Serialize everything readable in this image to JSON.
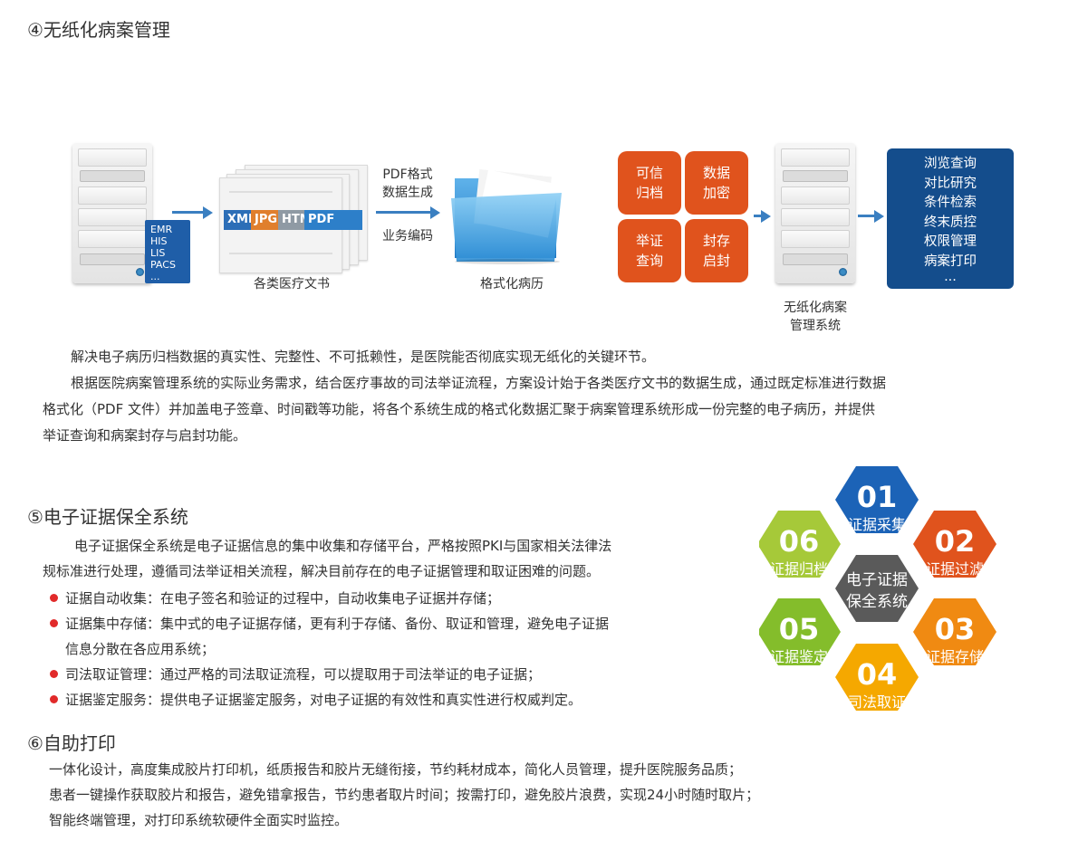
{
  "section4": {
    "title": "④无纸化病案管理",
    "diagram": {
      "tags": [
        "EMR",
        "HIS",
        "LIS",
        "PACS",
        "..."
      ],
      "format_tabs": [
        {
          "label": "XML",
          "color": "#2c6eb7"
        },
        {
          "label": "JPG",
          "color": "#e07f2d"
        },
        {
          "label": "HTML",
          "color": "#8f9aa4"
        },
        {
          "label": "PDF",
          "color": "#2d7fc9"
        }
      ],
      "docs_label": "各类医疗文书",
      "arrow_top_line1": "PDF格式",
      "arrow_top_line2": "数据生成",
      "arrow_bottom": "业务编码",
      "folder_label": "格式化病历",
      "tiles": [
        {
          "line1": "可信",
          "line2": "归档"
        },
        {
          "line1": "数据",
          "line2": "加密"
        },
        {
          "line1": "举证",
          "line2": "查询"
        },
        {
          "line1": "封存",
          "line2": "启封"
        }
      ],
      "system_label_line1": "无纸化病案",
      "system_label_line2": "管理系统",
      "features": [
        "浏览查询",
        "对比研究",
        "条件检索",
        "终末质控",
        "权限管理",
        "病案打印",
        "..."
      ],
      "colors": {
        "arrow": "#3a7fc1",
        "tile": "#e0531d",
        "panel": "#144d8c"
      }
    },
    "paragraph1": "解决电子病历归档数据的真实性、完整性、不可抵赖性，是医院能否彻底实现无纸化的关键环节。",
    "paragraph2_line1": "根据医院病案管理系统的实际业务需求，结合医疗事故的司法举证流程，方案设计始于各类医疗文书的数据生成，通过既定标准进行数据",
    "paragraph2_line2": "格式化（PDF 文件）并加盖电子签章、时间戳等功能，将各个系统生成的格式化数据汇聚于病案管理系统形成一份完整的电子病历，并提供",
    "paragraph2_line3": "举证查询和病案封存与启封功能。"
  },
  "section5": {
    "title": "⑤电子证据保全系统",
    "intro_line1": "电子证据保全系统是电子证据信息的集中收集和存储平台，严格按照PKI与国家相关法律法",
    "intro_line2": "规标准进行处理，遵循司法举证相关流程，解决目前存在的电子证据管理和取证困难的问题。",
    "bullets": [
      "证据自动收集：在电子签名和验证的过程中，自动收集电子证据并存储；",
      "证据集中存储：集中式的电子证据存储，更有利于存储、备份、取证和管理，避免电子证据",
      "信息分散在各应用系统；",
      "司法取证管理：通过严格的司法取证流程，可以提取用于司法举证的电子证据；",
      "证据鉴定服务：提供电子证据鉴定服务，对电子证据的有效性和真实性进行权威判定。"
    ],
    "hex": {
      "center_line1": "电子证据",
      "center_line2": "保全系统",
      "center_color": "#5a5a5a",
      "items": [
        {
          "num": "01",
          "label": "证据采集",
          "color": "#1c63b7"
        },
        {
          "num": "02",
          "label": "证据过滤",
          "color": "#e0531d"
        },
        {
          "num": "03",
          "label": "证据存储",
          "color": "#f08a12"
        },
        {
          "num": "04",
          "label": "司法取证",
          "color": "#f5a800"
        },
        {
          "num": "05",
          "label": "证据鉴定",
          "color": "#84bd2b"
        },
        {
          "num": "06",
          "label": "证据归档",
          "color": "#a6c939"
        }
      ]
    }
  },
  "section6": {
    "title": "⑥自助打印",
    "lines": [
      "一体化设计，高度集成胶片打印机，纸质报告和胶片无缝衔接，节约耗材成本，简化人员管理，提升医院服务品质；",
      "患者一键操作获取胶片和报告，避免错拿报告，节约患者取片时间；按需打印，避免胶片浪费，实现24小时随时取片；",
      "智能终端管理，对打印系统软硬件全面实时监控。"
    ]
  }
}
